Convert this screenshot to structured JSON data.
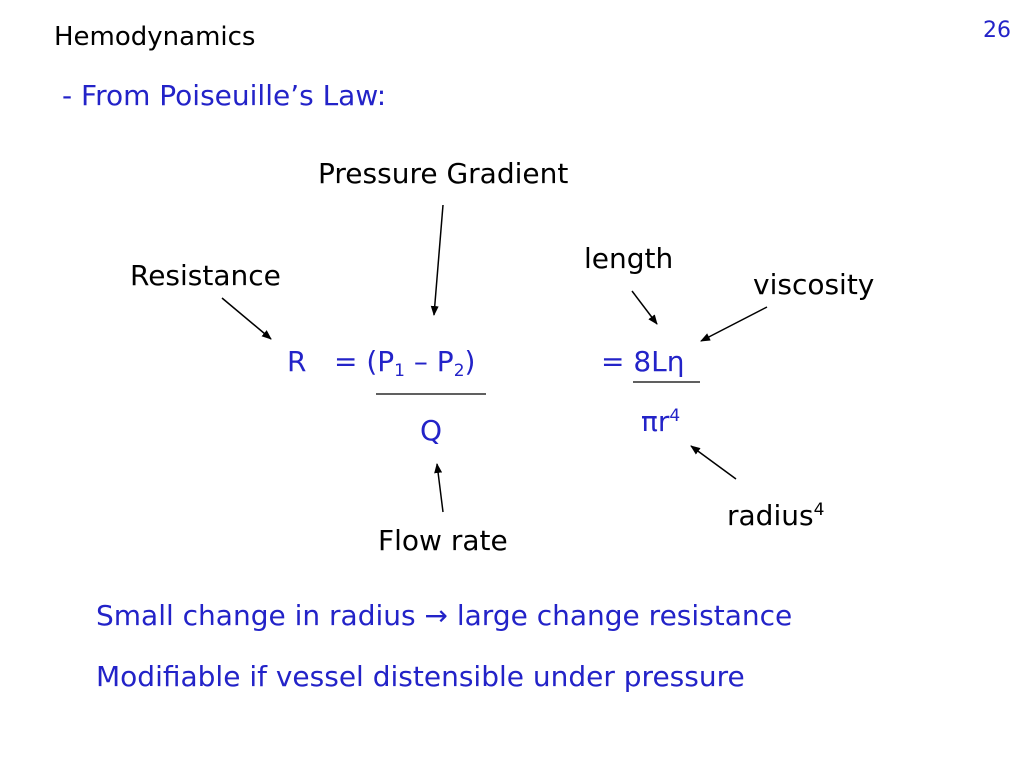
{
  "slide": {
    "title": "Hemodynamics",
    "page_number": "26",
    "subtitle": "- From Poiseuille’s Law:"
  },
  "labels": {
    "pressure_gradient": "Pressure Gradient",
    "resistance": "Resistance",
    "length": "length",
    "viscosity": "viscosity",
    "flow_rate": "Flow rate",
    "radius": "radius",
    "radius_exp": "4"
  },
  "equation": {
    "r": "R",
    "eq1_prefix": "= (P",
    "p1_sub": "1",
    "dash": " – P",
    "p2_sub": "2",
    "close_paren": ")",
    "q": "Q",
    "eq2": "= 8L",
    "eta": "η",
    "pi": "π",
    "r_var": "r",
    "r_exp": "4"
  },
  "bullets": [
    {
      "before": "Small change in radius ",
      "arrow": "→",
      "after": " large change resistance"
    },
    {
      "text": "Modifiable if vessel distensible under pressure"
    }
  ],
  "colors": {
    "heading": "#000000",
    "accent": "#2323C8"
  }
}
